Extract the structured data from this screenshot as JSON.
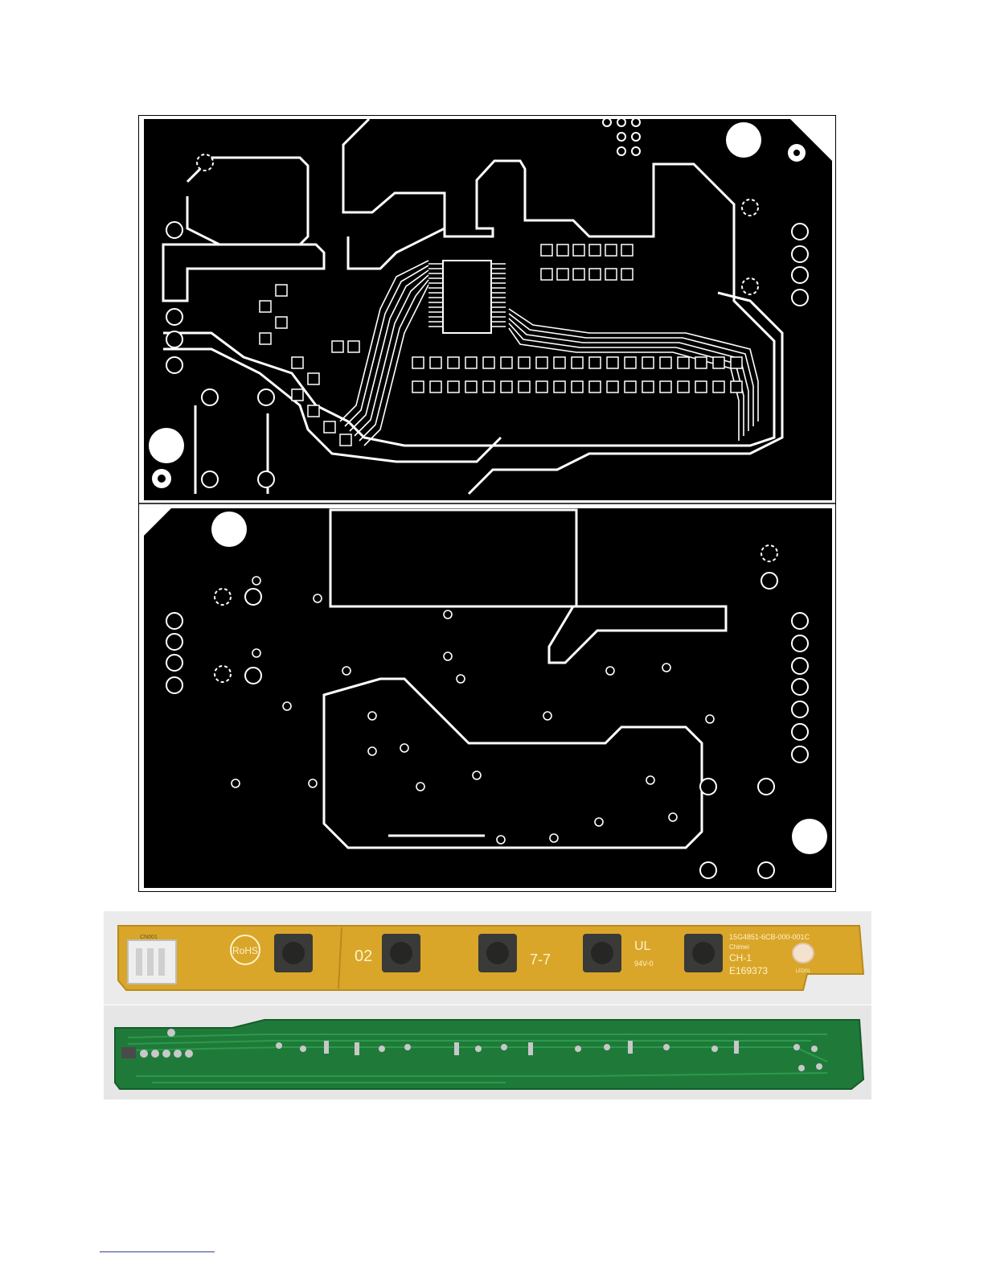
{
  "page": {
    "background": "#ffffff"
  },
  "pcb_top": {
    "colors": {
      "copper": "#000000",
      "board": "#ffffff"
    }
  },
  "pcb_bottom": {
    "colors": {
      "copper": "#000000",
      "board": "#ffffff"
    }
  },
  "photo_front": {
    "colors": {
      "board": "#d9a62a",
      "board_shadow": "#b98a1c",
      "button": "#3a3a38",
      "connector": "#eeeeee"
    },
    "connector_label": "CN001",
    "rohs_label": "RoHS",
    "silk_label_1": "02",
    "silk_label_2": "7-7",
    "flame_label": "94V-0",
    "part_number": "15G4851-6CB-000-001C",
    "maker": "Chimei",
    "line_1": "CH-1",
    "line_2": "E169373",
    "led_label": "LED01"
  },
  "photo_back": {
    "colors": {
      "board": "#1f7a3a",
      "board_dark": "#155c2a",
      "trace": "#2b9a4a",
      "pad": "#c8c8c8"
    }
  }
}
